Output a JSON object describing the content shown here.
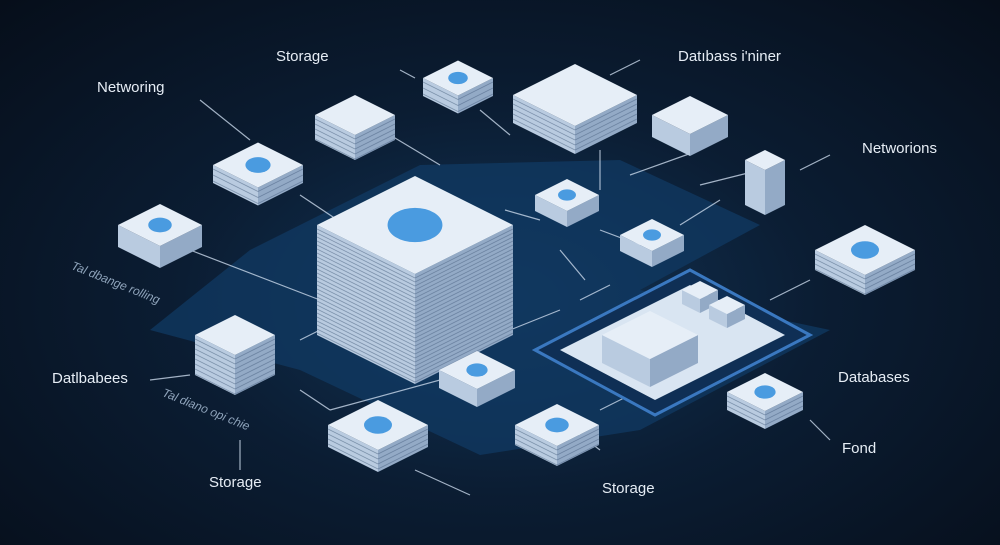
{
  "labels": {
    "storage_top": "Storage",
    "networking": "Networing",
    "database_top": "Datıbass i'niner",
    "networks_right": "Networions",
    "small_left_1": "Tal dbange rolling",
    "databases_left": "Datlbabees",
    "small_left_2": "Tal diano opi chie",
    "storage_bottom_left": "Storage",
    "storage_bottom": "Storage",
    "databases_right": "Databases",
    "fond": "Fond"
  },
  "colors": {
    "accent": "#4a9be0",
    "panel": "#15406b",
    "box_top": "#e6eef7",
    "box_side": "#b9cbe0"
  }
}
